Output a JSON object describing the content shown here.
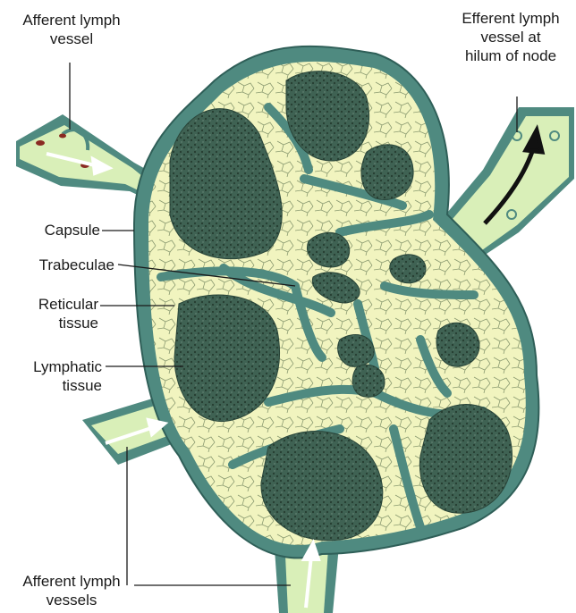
{
  "colors": {
    "capsule": "#4f8a80",
    "capsule_edge": "#2f5f58",
    "sinus": "#f1f4bf",
    "lymph_vessel": "#d9efb8",
    "lymphatic_tissue": "#3a5a4c",
    "arrow_white": "#ffffff",
    "arrow_black": "#111111",
    "blood_cell": "#8a2a22"
  },
  "labels": {
    "afferent_top": [
      "Afferent lymph",
      "vessel"
    ],
    "efferent": [
      "Efferent lymph",
      "vessel at",
      "hilum of node"
    ],
    "capsule": "Capsule",
    "trabeculae": "Trabeculae",
    "reticular": [
      "Reticular",
      "tissue"
    ],
    "lymphatic": [
      "Lymphatic",
      "tissue"
    ],
    "afferent_bottom": [
      "Afferent lymph",
      "vessels"
    ]
  },
  "icons": [
    "white-flow-arrow",
    "black-flow-arrow"
  ]
}
